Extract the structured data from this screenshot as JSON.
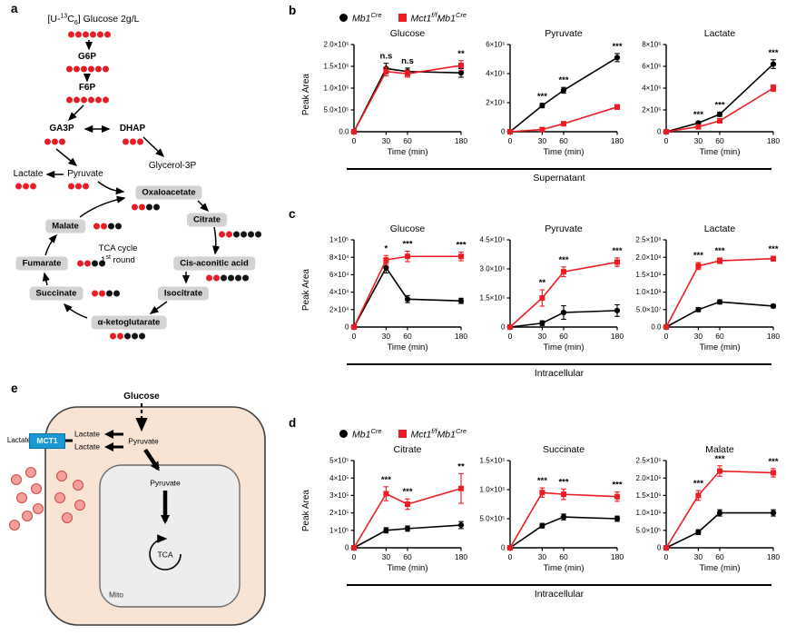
{
  "figure": {
    "letters": {
      "a": "a",
      "b": "b",
      "c": "c",
      "d": "d",
      "e": "e"
    }
  },
  "colors": {
    "red": "#ed1c24",
    "black": "#000000",
    "cell_fill": "#f9e3d2",
    "mito_fill": "#ededed",
    "mct1_blue": "#1899d6",
    "pink": "#f59f9b",
    "box_gray": "#d2d2d2"
  },
  "pathway": {
    "title": {
      "p1": "[U-",
      "p2": "13",
      "p3": "C",
      "p4": "6",
      "p5": "] Glucose  2g/L"
    },
    "nodes": {
      "glucose": {
        "dots": "rrrrrr"
      },
      "g6p": {
        "label": "G6P",
        "dots": "rrrrrr"
      },
      "f6p": {
        "label": "F6P",
        "dots": "rrrrrr"
      },
      "ga3p": {
        "label": "GA3P",
        "dots": "rrr"
      },
      "dhap": {
        "label": "DHAP",
        "dots": "rrr"
      },
      "glycerol3p": {
        "label": "Glycerol-3P",
        "dots": ""
      },
      "lactate": {
        "label": "Lactate",
        "dots": "rrr"
      },
      "pyruvate": {
        "label": "Pyruvate",
        "dots": "rrr"
      },
      "oxaloacetate": {
        "label": "Oxaloacetate",
        "dots": "rrbb"
      },
      "citrate": {
        "label": "Citrate",
        "dots": "rrbbbb"
      },
      "cis_aconitic": {
        "label": "Cis-aconitic acid",
        "dots": "rrbbbb"
      },
      "isocitrate": {
        "label": "Isocitrate",
        "dots": ""
      },
      "akg": {
        "label": "α-ketoglutarate",
        "dots": "rrbbb"
      },
      "succinate": {
        "label": "Succinate",
        "dots": "rrbb"
      },
      "fumarate": {
        "label": "Fumarate",
        "dots": "rrbb"
      },
      "malate": {
        "label": "Malate",
        "dots": "rrbb"
      }
    },
    "tca1": "TCA cycle",
    "tca2a": "1",
    "tca2b": "st",
    "tca2c": " round"
  },
  "cell": {
    "glucose": "Glucose",
    "pyruvate_cyto": "Pyruvate",
    "lactate_in1": "Lactate",
    "lactate_in2": "Lactate",
    "lactate_out": "Lactate",
    "mct1": "MCT1",
    "pyruvate_mito": "Pyruvate",
    "tca": "TCA",
    "mito": "Mito"
  },
  "legend": {
    "item1": {
      "pre": "Mb1",
      "sup": "Cre"
    },
    "item2": {
      "p1": "Mct1",
      "sup1": "f/f",
      "p2": "Mb1",
      "sup2": "Cre"
    }
  },
  "sections": {
    "b": "Supernatant",
    "c": "Intracellular",
    "d": "Intracellular"
  },
  "axis": {
    "ylabel": "Peak Area",
    "xlabel": "Time (min)"
  },
  "chart_data": [
    {
      "panel": "b",
      "group": "Supernatant",
      "type": "line",
      "title": "Glucose",
      "xlabel": "Time (min)",
      "x": [
        0,
        30,
        60,
        180
      ],
      "ymax": 2000000,
      "ytick_vals": [
        0,
        500000,
        1000000,
        1500000,
        2000000
      ],
      "ytick_labels": [
        "0.0",
        "5.0×10⁵",
        "1.0×10⁶",
        "1.5×10⁶",
        "2.0×10⁶"
      ],
      "series": [
        {
          "name": "Mb1Cre",
          "color": "#000000",
          "marker": "circle",
          "values": [
            0,
            1450000,
            1380000,
            1350000
          ],
          "errors": [
            0,
            120000,
            80000,
            100000
          ]
        },
        {
          "name": "Mct1f/fMb1Cre",
          "color": "#ed1c24",
          "marker": "square",
          "values": [
            0,
            1380000,
            1330000,
            1520000
          ],
          "errors": [
            0,
            100000,
            80000,
            110000
          ]
        }
      ],
      "sig": [
        {
          "xi": 1,
          "t": "n.s"
        },
        {
          "xi": 2,
          "t": "n.s"
        },
        {
          "xi": 3,
          "t": "**"
        }
      ]
    },
    {
      "panel": "b",
      "group": "Supernatant",
      "type": "line",
      "title": "Pyruvate",
      "xlabel": "Time (min)",
      "x": [
        0,
        30,
        60,
        180
      ],
      "ymax": 6000000,
      "ytick_vals": [
        0,
        2000000,
        4000000,
        6000000
      ],
      "ytick_labels": [
        "0",
        "2×10⁶",
        "4×10⁶",
        "6×10⁶"
      ],
      "series": [
        {
          "name": "Mb1Cre",
          "color": "#000000",
          "marker": "circle",
          "values": [
            0,
            1800000,
            2850000,
            5100000
          ],
          "errors": [
            0,
            150000,
            200000,
            280000
          ]
        },
        {
          "name": "Mct1f/fMb1Cre",
          "color": "#ed1c24",
          "marker": "square",
          "values": [
            0,
            150000,
            550000,
            1700000
          ],
          "errors": [
            0,
            60000,
            100000,
            160000
          ]
        }
      ],
      "sig": [
        {
          "xi": 1,
          "t": "***"
        },
        {
          "xi": 2,
          "t": "***"
        },
        {
          "xi": 3,
          "t": "***"
        }
      ]
    },
    {
      "panel": "b",
      "group": "Supernatant",
      "type": "line",
      "title": "Lactate",
      "xlabel": "Time (min)",
      "x": [
        0,
        30,
        60,
        180
      ],
      "ymax": 8000000,
      "ytick_vals": [
        0,
        2000000,
        4000000,
        6000000,
        8000000
      ],
      "ytick_labels": [
        "0",
        "2×10⁶",
        "4×10⁶",
        "6×10⁶",
        "8×10⁶"
      ],
      "series": [
        {
          "name": "Mb1Cre",
          "color": "#000000",
          "marker": "circle",
          "values": [
            0,
            800000,
            1600000,
            6200000
          ],
          "errors": [
            0,
            120000,
            200000,
            400000
          ]
        },
        {
          "name": "Mct1f/fMb1Cre",
          "color": "#ed1c24",
          "marker": "square",
          "values": [
            0,
            450000,
            1000000,
            4000000
          ],
          "errors": [
            0,
            80000,
            150000,
            300000
          ]
        }
      ],
      "sig": [
        {
          "xi": 1,
          "t": "***"
        },
        {
          "xi": 2,
          "t": "***"
        },
        {
          "xi": 3,
          "t": "***"
        }
      ]
    },
    {
      "panel": "c",
      "group": "Intracellular",
      "type": "line",
      "title": "Glucose",
      "xlabel": "Time (min)",
      "x": [
        0,
        30,
        60,
        180
      ],
      "ymax": 100000,
      "ytick_vals": [
        0,
        20000,
        40000,
        60000,
        80000,
        100000
      ],
      "ytick_labels": [
        "0",
        "2×10⁴",
        "4×10⁴",
        "6×10⁴",
        "8×10⁴",
        "1×10⁵"
      ],
      "series": [
        {
          "name": "Mb1Cre",
          "color": "#000000",
          "marker": "circle",
          "values": [
            0,
            68000,
            32000,
            30000
          ],
          "errors": [
            0,
            6000,
            4000,
            3000
          ]
        },
        {
          "name": "Mct1f/fMb1Cre",
          "color": "#ed1c24",
          "marker": "square",
          "values": [
            0,
            77000,
            81000,
            81000
          ],
          "errors": [
            0,
            5000,
            6000,
            5000
          ]
        }
      ],
      "sig": [
        {
          "xi": 1,
          "t": "*"
        },
        {
          "xi": 2,
          "t": "***"
        },
        {
          "xi": 3,
          "t": "***"
        }
      ]
    },
    {
      "panel": "c",
      "group": "Intracellular",
      "type": "line",
      "title": "Pyruvate",
      "xlabel": "Time (min)",
      "x": [
        0,
        30,
        60,
        180
      ],
      "ymax": 4500000,
      "ytick_vals": [
        0,
        1500000,
        3000000,
        4500000
      ],
      "ytick_labels": [
        "0",
        "1.5×10⁶",
        "3.0×10⁶",
        "4.5×10⁶"
      ],
      "series": [
        {
          "name": "Mb1Cre",
          "color": "#000000",
          "marker": "circle",
          "values": [
            0,
            200000,
            750000,
            850000
          ],
          "errors": [
            0,
            120000,
            350000,
            300000
          ]
        },
        {
          "name": "Mct1f/fMb1Cre",
          "color": "#ed1c24",
          "marker": "square",
          "values": [
            0,
            1500000,
            2850000,
            3350000
          ],
          "errors": [
            0,
            420000,
            250000,
            220000
          ]
        }
      ],
      "sig": [
        {
          "xi": 1,
          "t": "**"
        },
        {
          "xi": 2,
          "t": "***"
        },
        {
          "xi": 3,
          "t": "***"
        }
      ]
    },
    {
      "panel": "c",
      "group": "Intracellular",
      "type": "line",
      "title": "Lactate",
      "xlabel": "Time (min)",
      "x": [
        0,
        30,
        60,
        180
      ],
      "ymax": 250000000,
      "ytick_vals": [
        0,
        50000000,
        100000000,
        150000000,
        200000000,
        250000000
      ],
      "ytick_labels": [
        "0.0",
        "5.0×10⁷",
        "1.0×10⁸",
        "1.5×10⁸",
        "2.0×10⁸",
        "2.5×10⁸"
      ],
      "series": [
        {
          "name": "Mb1Cre",
          "color": "#000000",
          "marker": "circle",
          "values": [
            0,
            50000000,
            72000000,
            60000000
          ],
          "errors": [
            0,
            6000000,
            6000000,
            5000000
          ]
        },
        {
          "name": "Mct1f/fMb1Cre",
          "color": "#ed1c24",
          "marker": "square",
          "values": [
            0,
            175000000,
            190000000,
            196000000
          ],
          "errors": [
            0,
            10000000,
            8000000,
            7000000
          ]
        }
      ],
      "sig": [
        {
          "xi": 1,
          "t": "***"
        },
        {
          "xi": 2,
          "t": "***"
        },
        {
          "xi": 3,
          "t": "***"
        }
      ]
    },
    {
      "panel": "d",
      "group": "Intracellular",
      "type": "line",
      "title": "Citrate",
      "xlabel": "Time (min)",
      "x": [
        0,
        30,
        60,
        180
      ],
      "ymax": 500000,
      "ytick_vals": [
        0,
        100000,
        200000,
        300000,
        400000,
        500000
      ],
      "ytick_labels": [
        "0",
        "1×10⁵",
        "2×10⁵",
        "3×10⁵",
        "4×10⁵",
        "5×10⁵"
      ],
      "series": [
        {
          "name": "Mb1Cre",
          "color": "#000000",
          "marker": "circle",
          "values": [
            0,
            100000,
            110000,
            130000
          ],
          "errors": [
            0,
            15000,
            15000,
            20000
          ]
        },
        {
          "name": "Mct1f/fMb1Cre",
          "color": "#ed1c24",
          "marker": "square",
          "values": [
            0,
            310000,
            250000,
            340000
          ],
          "errors": [
            0,
            40000,
            30000,
            85000
          ]
        }
      ],
      "sig": [
        {
          "xi": 1,
          "t": "***"
        },
        {
          "xi": 2,
          "t": "***"
        },
        {
          "xi": 3,
          "t": "**"
        }
      ]
    },
    {
      "panel": "d",
      "group": "Intracellular",
      "type": "line",
      "title": "Succinate",
      "xlabel": "Time (min)",
      "x": [
        0,
        30,
        60,
        180
      ],
      "ymax": 1500000,
      "ytick_vals": [
        0,
        500000,
        1000000,
        1500000
      ],
      "ytick_labels": [
        "0",
        "5.0×10⁵",
        "1.0×10⁶",
        "1.5×10⁶"
      ],
      "series": [
        {
          "name": "Mb1Cre",
          "color": "#000000",
          "marker": "circle",
          "values": [
            0,
            380000,
            530000,
            500000
          ],
          "errors": [
            0,
            40000,
            50000,
            45000
          ]
        },
        {
          "name": "Mct1f/fMb1Cre",
          "color": "#ed1c24",
          "marker": "square",
          "values": [
            0,
            950000,
            920000,
            880000
          ],
          "errors": [
            0,
            80000,
            90000,
            80000
          ]
        }
      ],
      "sig": [
        {
          "xi": 1,
          "t": "***"
        },
        {
          "xi": 2,
          "t": "***"
        },
        {
          "xi": 3,
          "t": "***"
        }
      ]
    },
    {
      "panel": "d",
      "group": "Intracellular",
      "type": "line",
      "title": "Malate",
      "xlabel": "Time (min)",
      "x": [
        0,
        30,
        60,
        180
      ],
      "ymax": 2500000,
      "ytick_vals": [
        0,
        500000,
        1000000,
        1500000,
        2000000,
        2500000
      ],
      "ytick_labels": [
        "0",
        "5.0×10⁵",
        "1.0×10⁶",
        "1.5×10⁶",
        "2.0×10⁶",
        "2.5×10⁶"
      ],
      "series": [
        {
          "name": "Mb1Cre",
          "color": "#000000",
          "marker": "circle",
          "values": [
            0,
            450000,
            1000000,
            1000000
          ],
          "errors": [
            0,
            70000,
            90000,
            90000
          ]
        },
        {
          "name": "Mct1f/fMb1Cre",
          "color": "#ed1c24",
          "marker": "square",
          "values": [
            0,
            1500000,
            2200000,
            2150000
          ],
          "errors": [
            0,
            140000,
            150000,
            120000
          ]
        }
      ],
      "sig": [
        {
          "xi": 1,
          "t": "***"
        },
        {
          "xi": 2,
          "t": "***"
        },
        {
          "xi": 3,
          "t": "***"
        }
      ]
    }
  ]
}
